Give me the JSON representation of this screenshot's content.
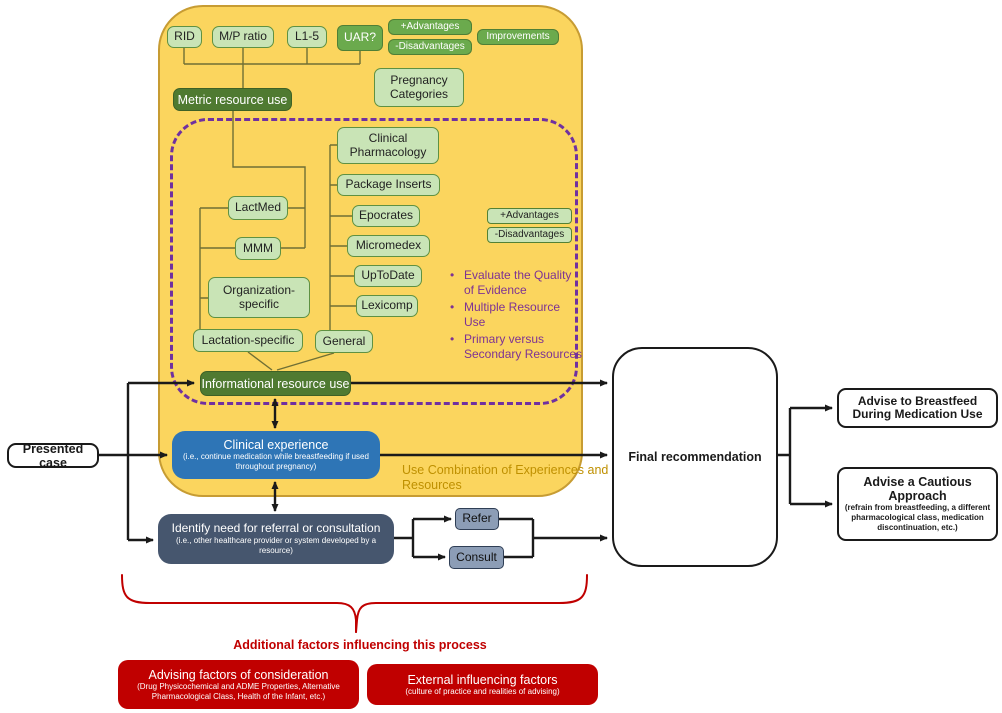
{
  "metric_section": {
    "rid": "RID",
    "mp_ratio": "M/P ratio",
    "l_scale": "L1-5",
    "uar": "UAR?",
    "advantages": "+Advantages",
    "disadvantages": "-Disadvantages",
    "improvements": "Improvements",
    "pregnancy_categories": "Pregnancy Categories",
    "hub": "Metric resource use"
  },
  "informational_section": {
    "lactation_column": [
      "LactMed",
      "MMM",
      "Organization-specific",
      "Lactation-specific"
    ],
    "general_column": [
      "Clinical Pharmacology",
      "Package Inserts",
      "Epocrates",
      "Micromedex",
      "UpToDate",
      "Lexicomp",
      "General"
    ],
    "advantages": "+Advantages",
    "disadvantages": "-Disadvantages",
    "bullets": [
      "Evaluate the Quality of Evidence",
      "Multiple Resource Use",
      "Primary versus Secondary Resources"
    ],
    "hub": "Informational resource use"
  },
  "clinical_experience": {
    "title": "Clinical experience",
    "subtitle": "(i.e., continue medication while breastfeeding if used throughout pregnancy)"
  },
  "notes": {
    "use_combination": "Use Combination of Experiences and Resources"
  },
  "presented_case": "Presented case",
  "referral": {
    "title": "Identify need for referral or consultation",
    "subtitle": "(i.e., other healthcare provider or system developed by a resource)",
    "refer": "Refer",
    "consult": "Consult"
  },
  "final_recommendation": "Final recommendation",
  "outcomes": {
    "breastfeed": "Advise to Breastfeed During Medication Use",
    "cautious_title": "Advise a Cautious Approach",
    "cautious_subtitle": "(refrain from breastfeeding, a different pharmacological class, medication discontinuation, etc.)"
  },
  "additional_factors": {
    "label": "Additional factors influencing this process",
    "advising_title": "Advising factors of consideration",
    "advising_subtitle": "(Drug Physicochemical and ADME Properties, Alternative Pharmacological Class, Health of the Infant, etc.)",
    "external_title": "External influencing factors",
    "external_subtitle": "(culture of practice and realities of advising)"
  },
  "colors": {
    "panel_yellow": "#FBD55E",
    "green_dark": "#4F7A31",
    "green_mid": "#6BAA4D",
    "green_light": "#C9E4B6",
    "blue": "#2E75B6",
    "slate": "#46566E",
    "steel": "#8C9DB6",
    "red": "#C00000",
    "purple_dash": "#7030A0",
    "purple_text": "#7D3294",
    "gold_text": "#BF9000"
  }
}
